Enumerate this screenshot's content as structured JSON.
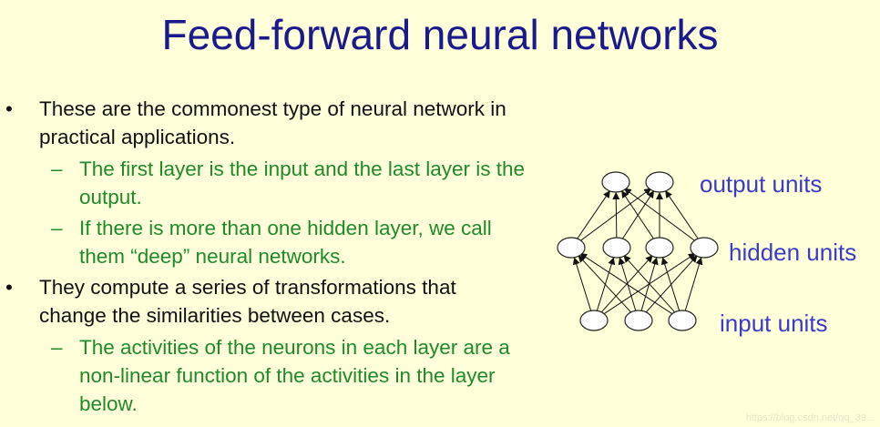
{
  "slide": {
    "title": "Feed-forward neural networks",
    "bullets": [
      {
        "marker": "•",
        "text": "These are the commonest type of neural network in practical applications.",
        "sub": [
          {
            "marker": "–",
            "text": "The first layer is the input and the last layer is the output."
          },
          {
            "marker": "–",
            "text": "If there is more than one hidden layer, we call them “deep” neural networks."
          }
        ]
      },
      {
        "marker": "•",
        "text": "They compute a series of transformations that change the similarities between cases.",
        "sub": [
          {
            "marker": "–",
            "text": "The activities of the neurons in each layer are a non-linear function of the activities in the layer below."
          }
        ]
      }
    ]
  },
  "diagram": {
    "labels": {
      "output": "output units",
      "hidden": "hidden units",
      "input": "input units"
    },
    "layers": {
      "input": 3,
      "hidden": 4,
      "output": 2
    }
  },
  "watermark": "https://blog.csdn.net/qq_39..."
}
